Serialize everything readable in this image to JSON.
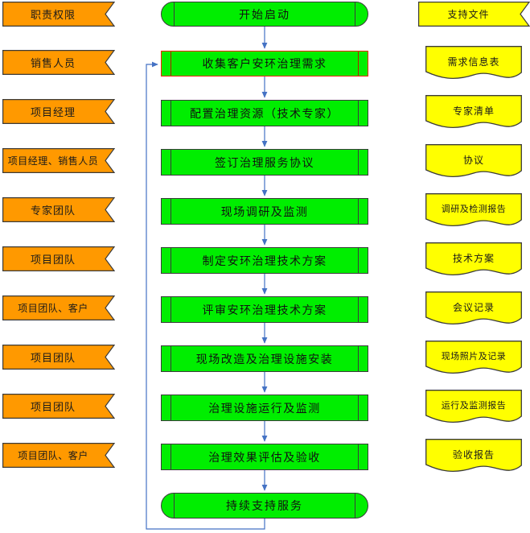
{
  "diagram": {
    "title_hidden": "",
    "colors": {
      "process_fill": "#00ee00",
      "responsibility_fill": "#ff9900",
      "document_fill": "#ffff00",
      "connector": "#4472c4",
      "highlight_border": "#ff2200",
      "shape_border": "#3b3b3b"
    }
  },
  "columns": {
    "left_header": "职责权限",
    "right_header": "支持文件"
  },
  "rows": [
    {
      "responsibility": "",
      "process": "开始启动",
      "document": "",
      "shape": "terminator",
      "highlight": false
    },
    {
      "responsibility": "销售人员",
      "process": "收集客户安环治理需求",
      "document": "需求信息表",
      "shape": "process",
      "highlight": true
    },
    {
      "responsibility": "项目经理",
      "process": "配置治理资源（技术专家）",
      "document": "专家清单",
      "shape": "process",
      "highlight": false
    },
    {
      "responsibility": "项目经理、销售人员",
      "process": "签订治理服务协议",
      "document": "协议",
      "shape": "process",
      "highlight": false
    },
    {
      "responsibility": "专家团队",
      "process": "现场调研及监测",
      "document": "调研及检测报告",
      "shape": "process",
      "highlight": false
    },
    {
      "responsibility": "项目团队",
      "process": "制定安环治理技术方案",
      "document": "技术方案",
      "shape": "process",
      "highlight": false
    },
    {
      "responsibility": "项目团队、客户",
      "process": "评审安环治理技术方案",
      "document": "会议记录",
      "shape": "process",
      "highlight": false
    },
    {
      "responsibility": "项目团队",
      "process": "现场改造及治理设施安装",
      "document": "现场照片及记录",
      "shape": "process",
      "highlight": false
    },
    {
      "responsibility": "项目团队",
      "process": "治理设施运行及监测",
      "document": "运行及监测报告",
      "shape": "process",
      "highlight": false
    },
    {
      "responsibility": "项目团队、客户",
      "process": "治理效果评估及验收",
      "document": "验收报告",
      "shape": "process",
      "highlight": false
    },
    {
      "responsibility": "",
      "process": "持续支持服务",
      "document": "",
      "shape": "terminator",
      "highlight": false
    }
  ],
  "connectors": {
    "feedback_label": "",
    "direction": "持续支持服务 → 收集客户安环治理需求"
  }
}
